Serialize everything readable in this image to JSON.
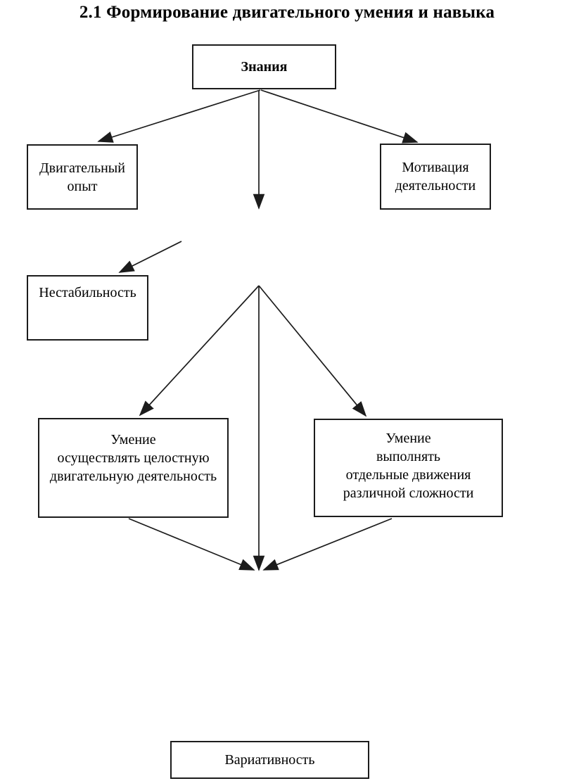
{
  "page": {
    "title": "2.1 Формирование двигательного умения и навыка"
  },
  "diagram": {
    "nodes": {
      "znaniya": {
        "label": "Знания"
      },
      "dvigatelny_opyt": {
        "label": "Двигательный\nопыт"
      },
      "motivatsiya": {
        "label": "Мотивация\nдеятельности"
      },
      "nestabilnost": {
        "label": "Нестабильность"
      },
      "umenie_tselostnaya": {
        "label": "Умение\nосуществлять целостную\nдвигательную деятельность"
      },
      "umenie_otdelnye": {
        "label": "Умение\nвыполнять\nотдельные движения\nразличной сложности"
      },
      "variativnost": {
        "label": "Вариативность"
      }
    },
    "colors": {
      "background": "#ffffff",
      "border": "#1c1c1c",
      "line": "#1c1c1c",
      "text": "#000000"
    }
  }
}
